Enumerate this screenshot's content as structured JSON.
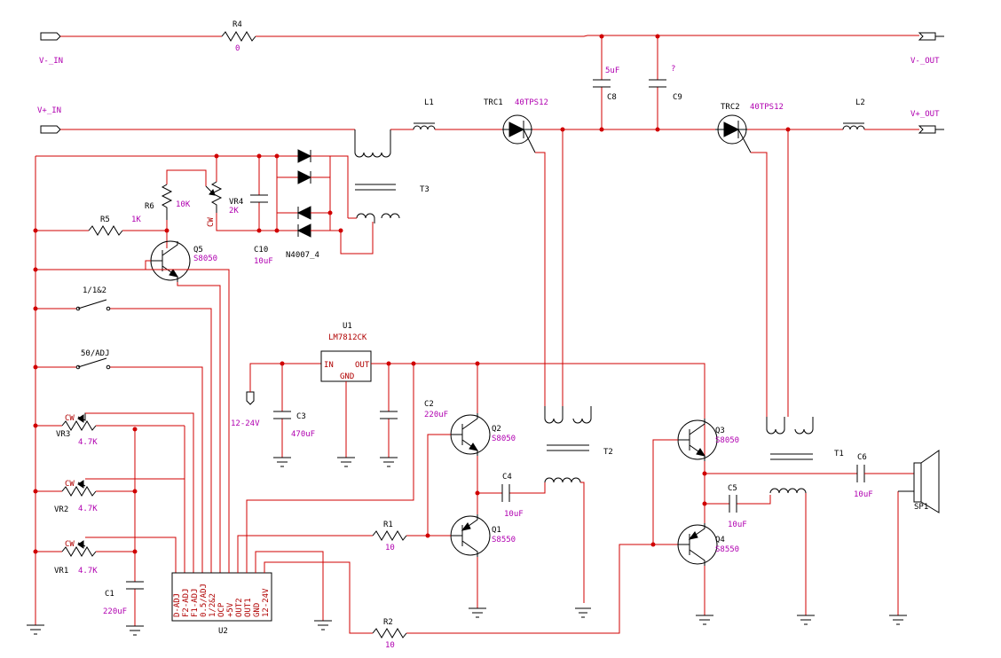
{
  "ports": {
    "vneg_in": "V-_IN",
    "vpos_in": "V+_IN",
    "vneg_out": "V-_OUT",
    "vpos_out": "V+_OUT",
    "supply": "12-24V"
  },
  "components": {
    "R4": {
      "ref": "R4",
      "value": "0"
    },
    "L1": {
      "ref": "L1"
    },
    "L2": {
      "ref": "L2"
    },
    "TRC1": {
      "ref": "TRC1",
      "value": "40TPS12"
    },
    "TRC2": {
      "ref": "TRC2",
      "value": "40TPS12"
    },
    "C8": {
      "ref": "C8",
      "value": "5uF"
    },
    "C9": {
      "ref": "C9",
      "value": "?"
    },
    "T3": {
      "ref": "T3"
    },
    "R6": {
      "ref": "R6",
      "value": "10K"
    },
    "R5": {
      "ref": "R5",
      "value": "1K"
    },
    "VR4": {
      "ref": "VR4",
      "value": "2K",
      "cw": "CW"
    },
    "C10": {
      "ref": "C10",
      "value": "10uF"
    },
    "D": {
      "ref": "N4007_4"
    },
    "Q5": {
      "ref": "Q5",
      "value": "S8050"
    },
    "SW1": {
      "ref": "1/1&2"
    },
    "SW2": {
      "ref": "50/ADJ"
    },
    "U1": {
      "ref": "U1",
      "value": "LM7812CK",
      "pin_in": "IN",
      "pin_out": "OUT",
      "pin_gnd": "GND"
    },
    "C3": {
      "ref": "C3",
      "value": "470uF"
    },
    "C2": {
      "ref": "C2",
      "value": "220uF"
    },
    "Q2": {
      "ref": "Q2",
      "value": "S8050"
    },
    "Q1": {
      "ref": "Q1",
      "value": "S8550"
    },
    "Q3": {
      "ref": "Q3",
      "value": "S8050"
    },
    "Q4": {
      "ref": "Q4",
      "value": "S8550"
    },
    "C4": {
      "ref": "C4",
      "value": "10uF"
    },
    "C5": {
      "ref": "C5",
      "value": "10uF"
    },
    "C6": {
      "ref": "C6",
      "value": "10uF"
    },
    "T1": {
      "ref": "T1"
    },
    "T2": {
      "ref": "T2"
    },
    "SP1": {
      "ref": "SP1"
    },
    "R1": {
      "ref": "R1",
      "value": "10"
    },
    "R2": {
      "ref": "R2",
      "value": "10"
    },
    "VR3": {
      "ref": "VR3",
      "value": "4.7K",
      "cw": "CW"
    },
    "VR2": {
      "ref": "VR2",
      "value": "4.7K",
      "cw": "CW"
    },
    "VR1": {
      "ref": "VR1",
      "value": "4.7K",
      "cw": "CW"
    },
    "C1": {
      "ref": "C1",
      "value": "220uF"
    },
    "U2": {
      "ref": "U2",
      "pins": [
        "D-ADJ",
        "F2-ADJ",
        "F1-ADJ",
        "0.5/ADJ",
        "1/2&2",
        "OCP",
        "+5V",
        "OUT2",
        "OUT1",
        "GND",
        "12-24V"
      ]
    }
  }
}
